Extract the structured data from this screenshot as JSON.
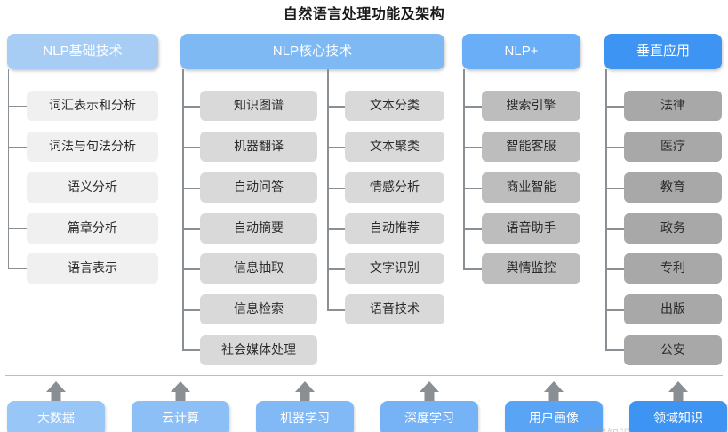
{
  "title": "自然语言处理功能及架构",
  "colors": {
    "header_col1": "#a7cdf5",
    "header_col2": "#7fb9f4",
    "header_col3": "#69aef7",
    "header_col4": "#3d94f2",
    "item_col1": "#f0f0f0",
    "item_col2": "#d9d9d9",
    "item_col3": "#bdbdbd",
    "item_col4": "#a8a8a8",
    "connector": "#8a8f94",
    "arrow": "#8a8f94",
    "rule": "#b9bcc0",
    "title_text": "#1a1a1a"
  },
  "columns": [
    {
      "id": "nlp-foundation",
      "header": "NLP基础技术",
      "branches": [
        {
          "items": [
            "词汇表示和分析",
            "词法与句法分析",
            "语义分析",
            "篇章分析",
            "语言表示"
          ]
        }
      ]
    },
    {
      "id": "nlp-core",
      "header": "NLP核心技术",
      "branches": [
        {
          "items": [
            "知识图谱",
            "机器翻译",
            "自动问答",
            "自动摘要",
            "信息抽取",
            "信息检索",
            "社会媒体处理"
          ]
        },
        {
          "items": [
            "文本分类",
            "文本聚类",
            "情感分析",
            "自动推荐",
            "文字识别",
            "语音技术"
          ]
        }
      ]
    },
    {
      "id": "nlp-plus",
      "header": "NLP+",
      "branches": [
        {
          "items": [
            "搜索引擎",
            "智能客服",
            "商业智能",
            "语音助手",
            "舆情监控"
          ]
        }
      ]
    },
    {
      "id": "vertical-applications",
      "header": "垂直应用",
      "branches": [
        {
          "items": [
            "法律",
            "医疗",
            "教育",
            "政务",
            "专利",
            "出版",
            "公安"
          ]
        }
      ]
    }
  ],
  "foundation": {
    "items": [
      "大数据",
      "云计算",
      "机器学习",
      "深度学习",
      "用户画像",
      "领域知识"
    ],
    "colors": [
      "#97c6f7",
      "#8cbff6",
      "#81b9f6",
      "#76b3f6",
      "#5aa4f5",
      "#3d94f2"
    ]
  },
  "watermark": "领域知识"
}
